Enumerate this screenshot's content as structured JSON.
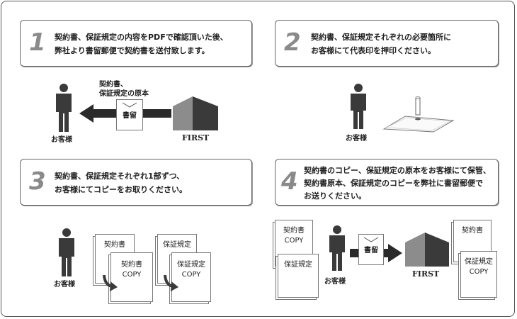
{
  "steps": [
    {
      "number": "1",
      "line1": "契約書、保証規定の内容をPDFで確認頂いた後、",
      "line2": "弊社より書留郵便で契約書を送付致します。"
    },
    {
      "number": "2",
      "line1": "契約書、保証規定それぞれの必要箇所に",
      "line2": "お客様にて代表印を押印ください。"
    },
    {
      "number": "3",
      "line1": "契約書、保証規定それぞれ1部ずつ、",
      "line2": "お客様にてコピーをお取りください。"
    },
    {
      "number": "4",
      "line1": "契約書のコピー、保証規定の原本をお客様にて保管、",
      "line2": "契約書原本、保証規定のコピーを弊社に書留郵便で",
      "line3": "お送りください。"
    }
  ],
  "labels": {
    "customer": "お客様",
    "company": "FIRST",
    "originals_line1": "契約書、",
    "originals_line2": "保証規定の原本",
    "registered": "書留",
    "contract": "契約書",
    "warranty": "保証規定",
    "copy": "COPY"
  },
  "colors": {
    "number": "#8a8a8a",
    "figure": "#3a3a3a",
    "house_light": "#8c8c8c",
    "house_dark": "#3a3a3a"
  }
}
